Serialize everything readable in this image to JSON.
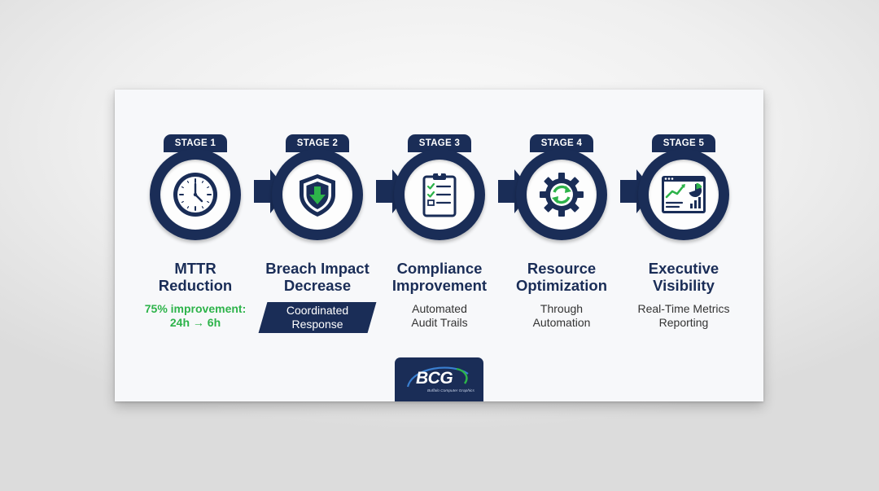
{
  "stages": [
    {
      "tab": "STAGE 1",
      "title_line1": "MTTR",
      "title_line2": "Reduction",
      "sub_line1": "75% improvement:",
      "sub_line2": "24h → 6h",
      "icon": "clock-icon"
    },
    {
      "tab": "STAGE 2",
      "title_line1": "Breach Impact",
      "title_line2": "Decrease",
      "sub_line1": "Coordinated",
      "sub_line2": "Response",
      "icon": "shield-icon"
    },
    {
      "tab": "STAGE 3",
      "title_line1": "Compliance",
      "title_line2": "Improvement",
      "sub_line1": "Automated",
      "sub_line2": "Audit Trails",
      "icon": "clipboard-checklist-icon"
    },
    {
      "tab": "STAGE 4",
      "title_line1": "Resource",
      "title_line2": "Optimization",
      "sub_line1": "Through",
      "sub_line2": "Automation",
      "icon": "gear-refresh-icon"
    },
    {
      "tab": "STAGE 5",
      "title_line1": "Executive",
      "title_line2": "Visibility",
      "sub_line1": "Real-Time Metrics",
      "sub_line2": "Reporting",
      "icon": "dashboard-icon"
    }
  ],
  "logo": {
    "name": "BCG",
    "tagline": "Buffalo Computer Graphics"
  },
  "colors": {
    "navy": "#1a2d57",
    "green": "#2db34a",
    "board": "#f7f8fa"
  }
}
